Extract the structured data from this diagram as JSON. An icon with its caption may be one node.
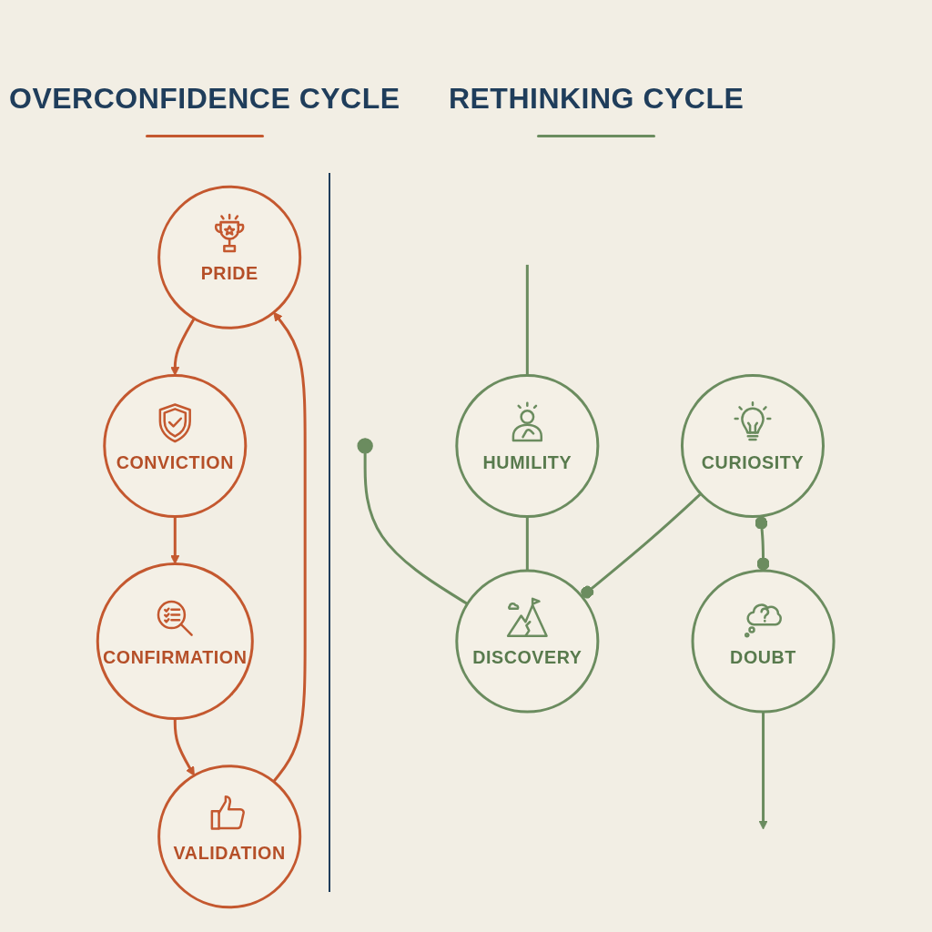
{
  "diagram": {
    "nodes": [
      {
        "text": [
          "PRIDE"
        ]
      },
      {
        "text": [
          "CONVICTION"
        ]
      },
      {
        "text": [
          "CONFIRMATION"
        ]
      },
      {
        "text": [
          "VALIDATION"
        ]
      },
      {
        "text": [
          "HUMILITY"
        ]
      },
      {
        "text": [],
        "shape": "circle"
      },
      {
        "text": [
          "DOUBT"
        ]
      },
      {
        "text": [
          "DISCOVERY"
        ]
      },
      {
        "text": [
          "CURIOSITY"
        ]
      }
    ],
    "edges": [
      {
        "from": 0,
        "to": 1,
        "arrow": "to",
        "color": "#c4582f"
      },
      {
        "from": 1,
        "to": 2,
        "arrow": "to",
        "color": "#c4582f"
      },
      {
        "from": 2,
        "to": 3,
        "arrow": "to",
        "color": "#c4582f"
      },
      {
        "from": 3,
        "to": 0,
        "arrow": "to",
        "color": "#c4582f"
      },
      {
        "from": 5,
        "to": 7,
        "arrow": "none"
      },
      {
        "from": 4,
        "to": 7,
        "arrow": "none"
      },
      {
        "from": null,
        "to": 4,
        "arrow": "none"
      },
      {
        "from": 8,
        "to": 7,
        "arrow": "other"
      },
      {
        "from": 8,
        "to": 6,
        "arrow": "other"
      },
      {
        "from": 6,
        "to": null,
        "arrow": "to"
      }
    ],
    "labels": [
      "OVERCONFIDENCE CYCLE",
      "RETHINKING CYCLE"
    ]
  }
}
